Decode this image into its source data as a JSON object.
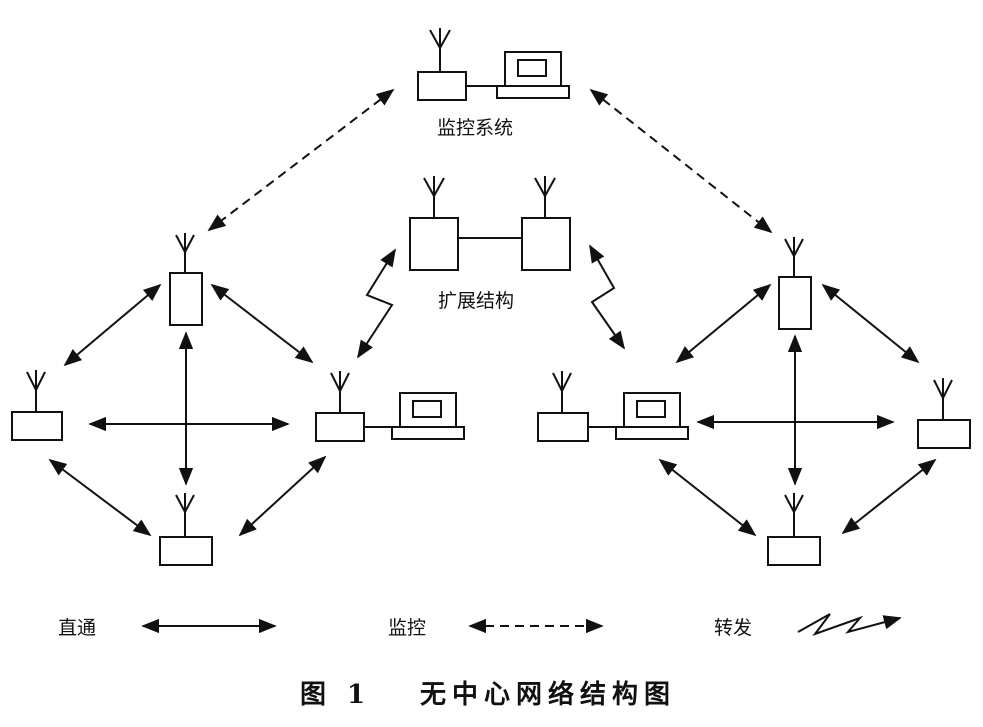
{
  "labels": {
    "monitor_system": "监控系统",
    "extension_structure": "扩展结构"
  },
  "legend": {
    "direct": "直通",
    "monitor": "监控",
    "relay": "转发"
  },
  "caption": {
    "figure_no": "图 1",
    "title": "无中心网络结构图"
  },
  "colors": {
    "stroke": "#111111",
    "background": "#ffffff"
  },
  "icons": {
    "antenna": "antenna-icon",
    "laptop": "laptop-icon",
    "radio": "radio-box"
  }
}
